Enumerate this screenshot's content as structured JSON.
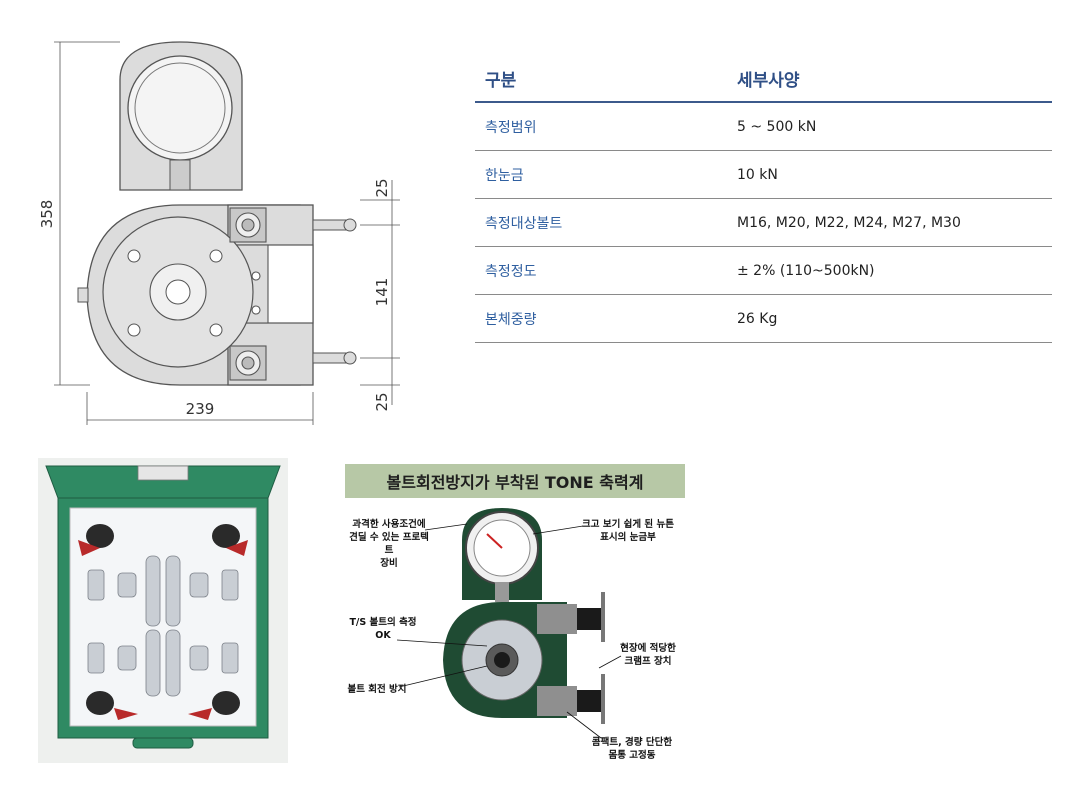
{
  "drawing": {
    "dim_height": "358",
    "dim_width": "239",
    "dim_top": "25",
    "dim_mid": "141",
    "dim_bottom": "25"
  },
  "spec": {
    "header": {
      "col1": "구분",
      "col2": "세부사양"
    },
    "rows": [
      {
        "label": "측정범위",
        "value": "5 ~ 500 kN"
      },
      {
        "label": "한눈금",
        "value": "10 kN"
      },
      {
        "label": "측정대상볼트",
        "value": "M16, M20, M22, M24, M27, M30"
      },
      {
        "label": "측정정도",
        "value": "± 2% (110~500kN)"
      },
      {
        "label": "본체중량",
        "value": "26 Kg"
      }
    ]
  },
  "callout": {
    "title": "볼트회전방지가 부착된 TONE 축력계",
    "labels": {
      "protect_1": "과격한 사용조건에",
      "protect_2": "견딜 수 있는 프로텍트",
      "protect_3": "장비",
      "scale_1": "크고 보기 쉽게 된 뉴튼",
      "scale_2": "표시의 눈금부",
      "ts_1": "T/S 볼트의 측정",
      "ts_2": "OK",
      "clamp_1": "현장에 적당한",
      "clamp_2": "크램프 장치",
      "rotation": "볼트 회전 방지",
      "compact_1": "콤팩트, 경량 단단한",
      "compact_2": "몸통 고정동"
    }
  },
  "colors": {
    "accent": "#2f4f86",
    "label_blue": "#2f5fa0",
    "banner": "#b7c8a6",
    "case_green": "#2f8a63"
  }
}
